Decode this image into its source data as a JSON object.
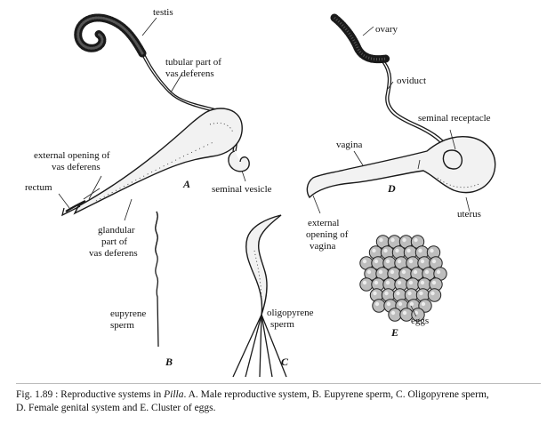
{
  "labels": {
    "testis": "testis",
    "tubular_part_1": "tubular part of",
    "tubular_part_2": "vas deferens",
    "external_opening_1": "external opening of",
    "external_opening_2": "vas deferens",
    "rectum": "rectum",
    "panel_a": "A",
    "seminal_vesicle": "seminal vesicle",
    "glandular_1": "glandular",
    "glandular_2": "part of",
    "glandular_3": "vas deferens",
    "eupyrene_1": "eupyrene",
    "eupyrene_2": "sperm",
    "panel_b": "B",
    "oligopyrene_1": "oligopyrene",
    "oligopyrene_2": "sperm",
    "panel_c": "C",
    "ovary": "ovary",
    "oviduct": "oviduct",
    "seminal_receptacle": "seminal receptacle",
    "vagina": "vagina",
    "panel_d": "D",
    "uterus": "uterus",
    "ext_vagina_1": "external",
    "ext_vagina_2": "opening of",
    "ext_vagina_3": "vagina",
    "eggs": "eggs",
    "panel_e": "E"
  },
  "caption": {
    "fig": "Fig. 1.89 : Reproductive systems in ",
    "genus": "Pilla",
    "line1_rest": ". A. Male reproductive system, B. Eupyrene sperm, C. Oligopyrene sperm,",
    "line2": "D. Female genital system and E. Cluster of eggs."
  }
}
